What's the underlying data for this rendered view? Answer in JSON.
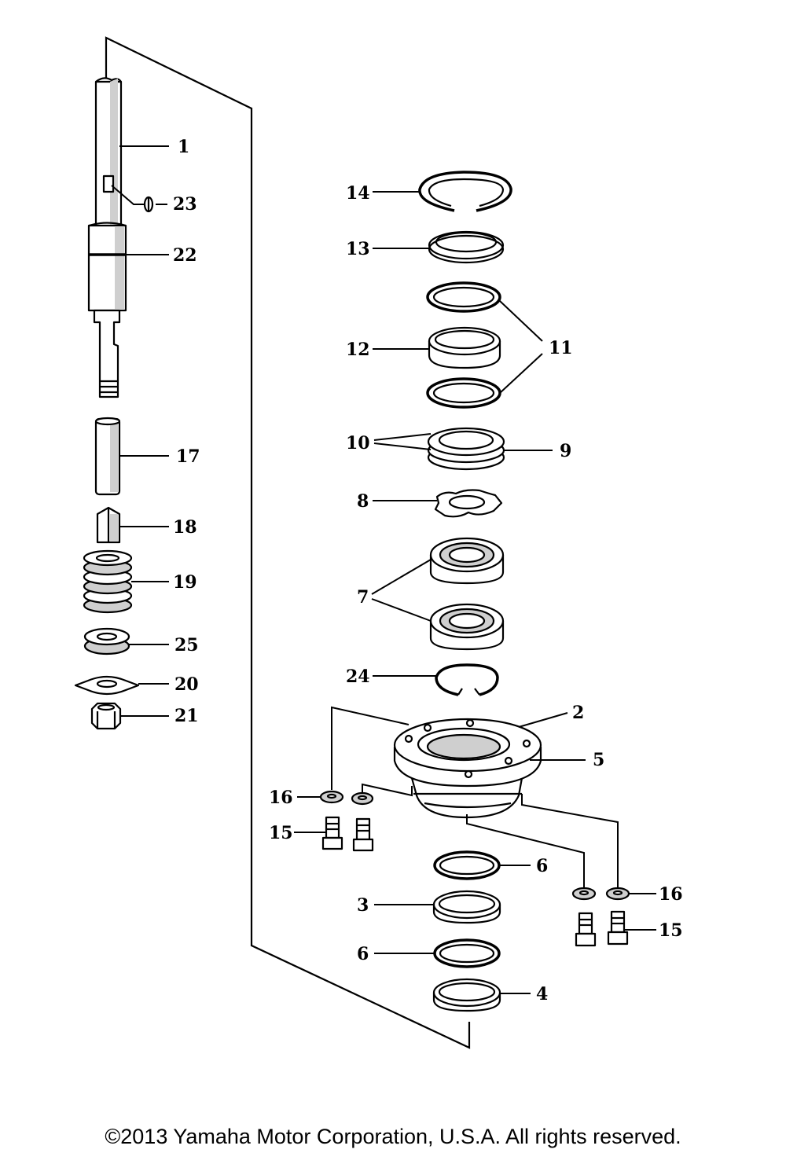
{
  "diagram": {
    "callouts": [
      "1",
      "23",
      "22",
      "17",
      "18",
      "19",
      "25",
      "20",
      "21",
      "14",
      "13",
      "12",
      "11",
      "10",
      "9",
      "8",
      "7",
      "24",
      "2",
      "5",
      "16",
      "15",
      "6",
      "3",
      "6",
      "4",
      "16",
      "15"
    ]
  },
  "footer": {
    "copyright": "©2013 Yamaha Motor Corporation, U.S.A. All rights reserved."
  }
}
